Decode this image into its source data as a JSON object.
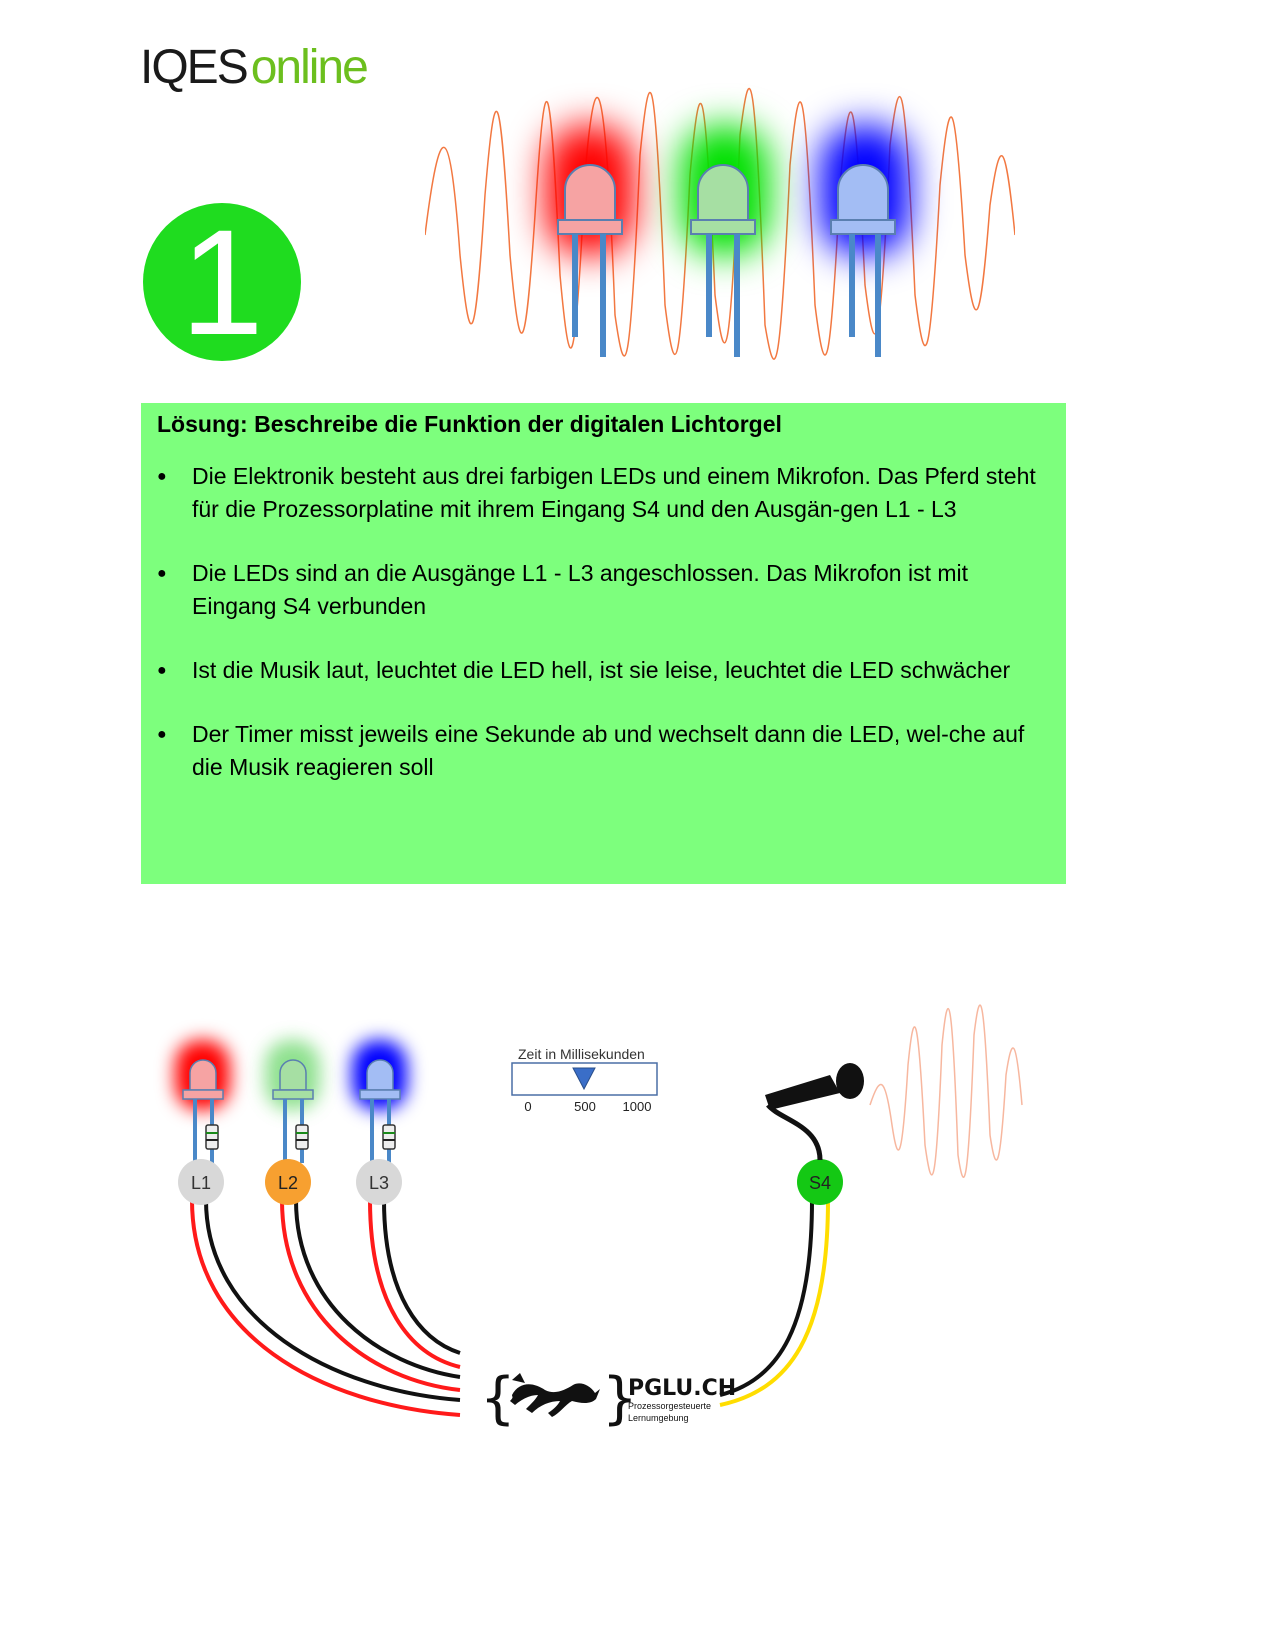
{
  "logo": {
    "part1": "IQES",
    "part2": "online"
  },
  "chapter_number": "1",
  "solution": {
    "title": "Lösung: Beschreibe die Funktion der digitalen Lichtorgel",
    "bullets": [
      "Die Elektronik besteht aus drei farbigen LEDs und einem Mikrofon. Das Pferd steht für die Prozessorplatine mit ihrem Eingang S4 und den Ausgän-gen L1 - L3",
      "Die LEDs sind an die Ausgänge L1 - L3 angeschlossen.  Das Mikrofon ist mit Eingang S4 verbunden",
      "Ist die Musik laut, leuchtet die LED hell, ist sie leise, leuchtet die LED schwächer",
      "Der Timer misst jeweils eine Sekunde ab und wechselt dann die LED, wel-che auf die Musik reagieren soll"
    ]
  },
  "diagram": {
    "outputs": [
      "L1",
      "L2",
      "L3"
    ],
    "input": "S4",
    "slider": {
      "label": "Zeit in Millisekunden",
      "ticks": [
        "0",
        "500",
        "1000"
      ],
      "value": 500
    },
    "board": {
      "name": "PGLU.CH",
      "subtitle1": "Prozessorgesteuerte",
      "subtitle2": "Lernumgebung"
    }
  },
  "colors": {
    "green_box": "#7dff7d",
    "circle": "#1fdc1f",
    "logo_green": "#6cbf1e",
    "l2": "#f7a030",
    "s4": "#14c814"
  }
}
